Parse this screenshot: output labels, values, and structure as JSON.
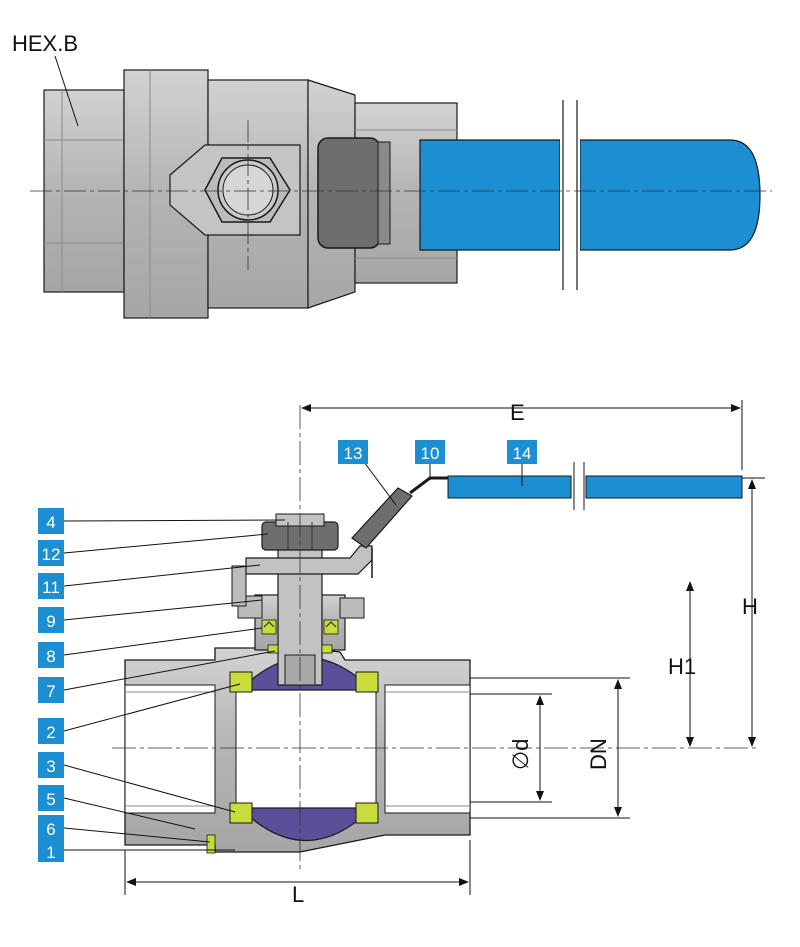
{
  "top_view": {
    "label": "HEX.B"
  },
  "dimensions": {
    "E": "E",
    "H": "H",
    "H1": "H1",
    "d": "∅d",
    "DN": "DN",
    "L": "L"
  },
  "part_numbers": {
    "left_column": [
      "4",
      "12",
      "11",
      "9",
      "8",
      "7",
      "2",
      "3",
      "5",
      "6",
      "1"
    ],
    "top_row": [
      "13",
      "10",
      "14"
    ]
  },
  "colors": {
    "handle": "#1b8fd2",
    "badge": "#1b8fd2",
    "ball": "#5b4f9a",
    "seat": "#c8dc3c",
    "body": "#b9b9b9",
    "outline": "#1a1a1a"
  }
}
